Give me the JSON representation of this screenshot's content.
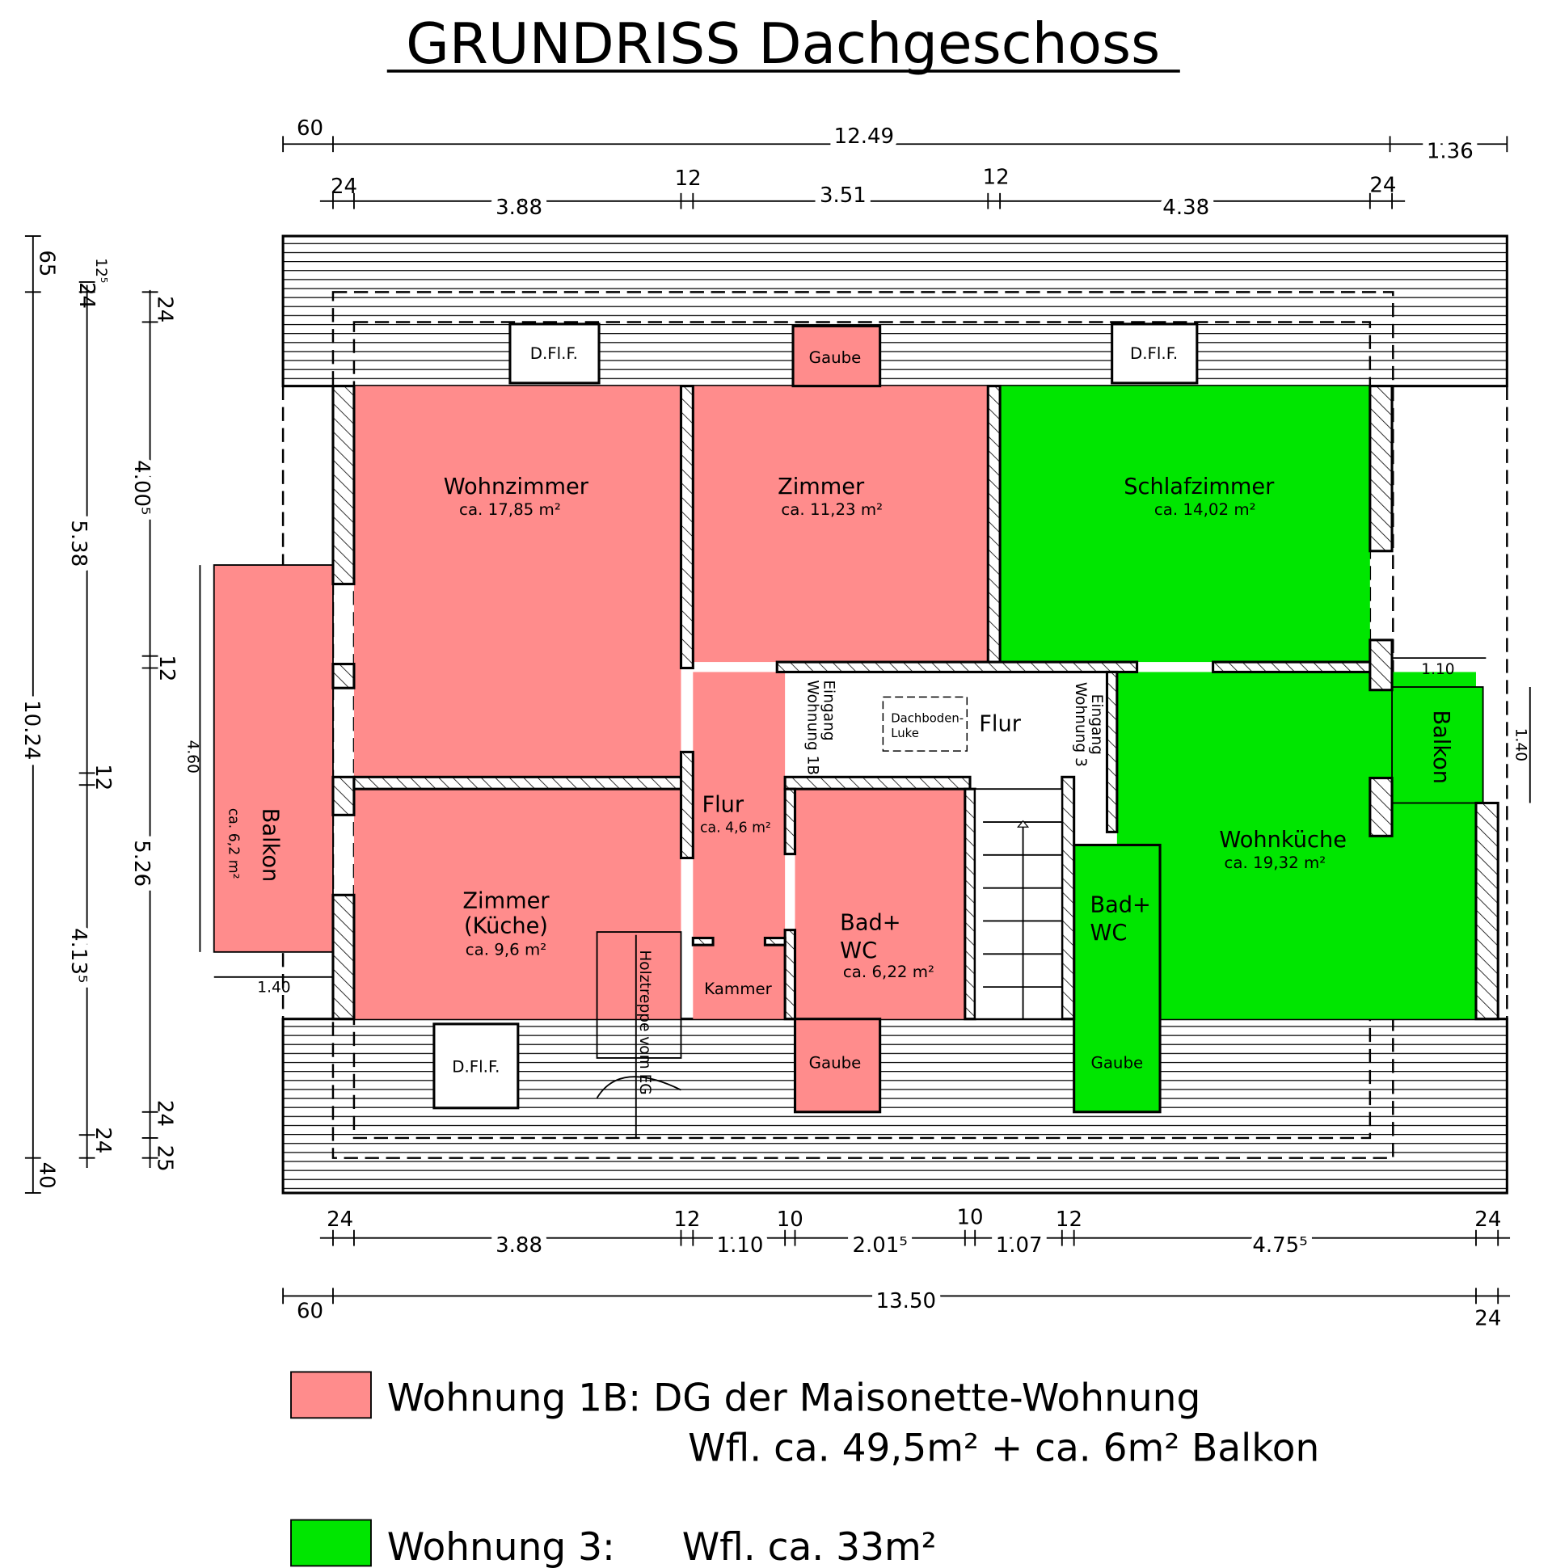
{
  "title": "GRUNDRISS Dachgeschoss",
  "colors": {
    "wohnung_1b": "#ff8c8c",
    "wohnung_3": "#00e600"
  },
  "rooms": {
    "wohnzimmer": {
      "name": "Wohnzimmer",
      "area": "ca. 17,85 m²"
    },
    "zimmer": {
      "name": "Zimmer",
      "area": "ca. 11,23 m²"
    },
    "schlafzimmer": {
      "name": "Schlafzimmer",
      "area": "ca. 14,02 m²"
    },
    "flur_main": {
      "name": "Flur"
    },
    "dachboden": {
      "line1": "Dachboden-",
      "line2": "Luke"
    },
    "eingang_1b": {
      "line1": "Eingang",
      "line2": "Wohnung 1B"
    },
    "eingang_3": {
      "line1": "Eingang",
      "line2": "Wohnung 3"
    },
    "flur_1b": {
      "name": "Flur",
      "area": "ca. 4,6 m²"
    },
    "kueche": {
      "line1": "Zimmer",
      "line2": "(Küche)",
      "area": "ca. 9,6 m²"
    },
    "bad_1b": {
      "line1": "Bad+",
      "line2": "WC",
      "area": "ca. 6,22 m²"
    },
    "bad_3": {
      "line1": "Bad+",
      "line2": "WC"
    },
    "wohnkueche": {
      "name": "Wohnküche",
      "area": "ca. 19,32 m²"
    },
    "kammer": {
      "name": "Kammer"
    },
    "balkon_left": {
      "name": "Balkon",
      "area": "ca. 6,2 m²"
    },
    "balkon_right": {
      "name": "Balkon"
    },
    "gaube": "Gaube",
    "dflf": "D.Fl.F.",
    "treppe": "Holztreppe vom EG"
  },
  "dims": {
    "top1": [
      "60",
      "12.49",
      "1.36"
    ],
    "top2": [
      "24",
      "3.88",
      "12",
      "3.51",
      "12",
      "4.38",
      "24"
    ],
    "bottom1": [
      "24",
      "3.88",
      "12",
      "1.10",
      "10",
      "2.01⁵",
      "10",
      "1.07",
      "12",
      "4.75⁵",
      "24"
    ],
    "bottom2": [
      "60",
      "13.50",
      "24"
    ],
    "left_outer": [
      "65",
      "10.24",
      "40"
    ],
    "left_mid": [
      "12⁵",
      "24",
      "5.38",
      "12",
      "4.13⁵",
      "24"
    ],
    "left_inner": [
      "24",
      "4.00⁵",
      "12",
      "5.26",
      "24",
      "25"
    ],
    "balkon_left_h": "4.60",
    "balkon_left_w": "1.40",
    "balkon_right_w": "1.10",
    "balkon_right_h": "1.40"
  },
  "legend": [
    {
      "label": "Wohnung 1B: DG der Maisonette-Wohnung",
      "sub": "Wfl. ca. 49,5m² + ca. 6m² Balkon"
    },
    {
      "label": "Wohnung 3:",
      "sub": "Wfl. ca. 33m²"
    }
  ]
}
